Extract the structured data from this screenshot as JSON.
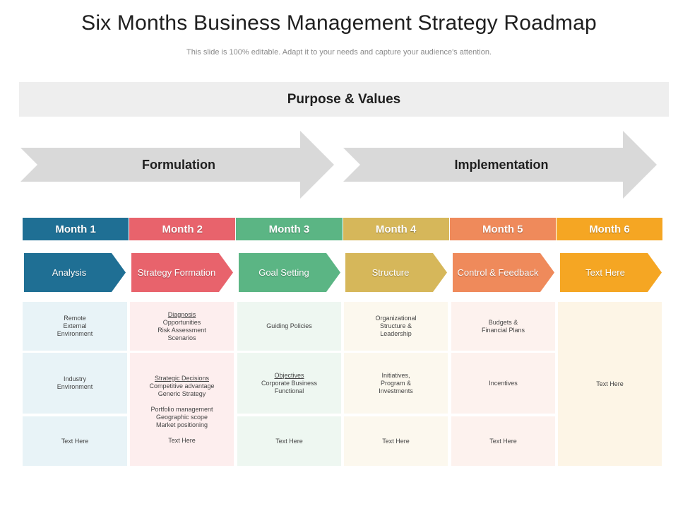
{
  "header": {
    "title": "Six Months Business Management Strategy Roadmap",
    "subtitle": "This slide is 100% editable. Adapt it to your needs and capture your audience's attention."
  },
  "purpose": {
    "label": "Purpose & Values"
  },
  "phases": [
    {
      "label": "Formulation"
    },
    {
      "label": "Implementation"
    }
  ],
  "months": [
    {
      "label": "Month 1",
      "color": "#1f6f94"
    },
    {
      "label": "Month 2",
      "color": "#e8636c"
    },
    {
      "label": "Month 3",
      "color": "#5bb584"
    },
    {
      "label": "Month 4",
      "color": "#d6b75a"
    },
    {
      "label": "Month 5",
      "color": "#ef8a5b"
    },
    {
      "label": "Month 6",
      "color": "#f5a623"
    }
  ],
  "stages": [
    {
      "label": "Analysis",
      "color": "#1f6f94"
    },
    {
      "label": "Strategy Formation",
      "color": "#e8636c"
    },
    {
      "label": "Goal Setting",
      "color": "#5bb584"
    },
    {
      "label": "Structure",
      "color": "#d6b75a"
    },
    {
      "label": "Control & Feedback",
      "color": "#ef8a5b"
    },
    {
      "label": "Text Here",
      "color": "#f5a623"
    }
  ],
  "cells": {
    "m1": {
      "bg": "#e8f3f7",
      "r1": [
        "Remote",
        "External",
        "Environment"
      ],
      "r2": [
        "Industry",
        "Environment"
      ],
      "r3": "Text Here"
    },
    "m2": {
      "bg": "#fdeeee",
      "r1_title": "Diagnosis",
      "r1": [
        "Opportunities",
        "Risk Assessment",
        "Scenarios"
      ],
      "r2_title": "Strategic Decisions",
      "r2a": [
        "Competitive advantage",
        "Generic Strategy"
      ],
      "r2b": [
        "Portfolio management",
        "Geographic scope",
        "Market positioning"
      ],
      "r2c": "Text Here"
    },
    "m3": {
      "bg": "#eef7f1",
      "r1": "Guiding Policies",
      "r2_title": "Objectives",
      "r2": [
        "Corporate Business",
        "Functional"
      ],
      "r3": "Text Here"
    },
    "m4": {
      "bg": "#fcf8ee",
      "r1": [
        "Organizational",
        "Structure &",
        "Leadership"
      ],
      "r2": [
        "Initiatives,",
        "Program &",
        "Investments"
      ],
      "r3": "Text Here"
    },
    "m5": {
      "bg": "#fdf2ee",
      "r1": [
        "Budgets &",
        "Financial Plans"
      ],
      "r2": "Incentives",
      "r3": "Text Here"
    },
    "m6": {
      "bg": "#fdf5e6",
      "r1": "Text Here"
    }
  }
}
